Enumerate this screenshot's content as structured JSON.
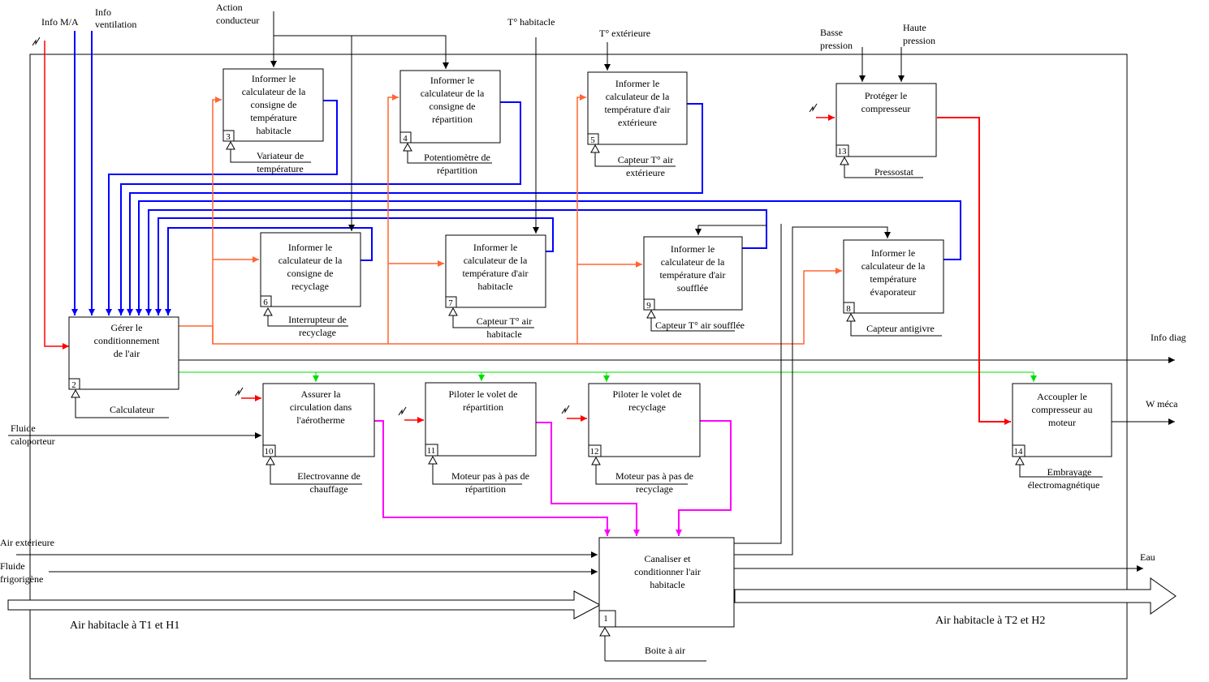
{
  "colors": {
    "black": "#000000",
    "blue": "#0000ff",
    "red": "#ff0000",
    "orange": "#ff6633",
    "green": "#00ff00",
    "magenta": "#ff00ff"
  },
  "top_inputs": {
    "info_ma": "Info M/A",
    "info_ventilation_1": "Info",
    "info_ventilation_2": "ventilation",
    "action_conducteur_1": "Action",
    "action_conducteur_2": "conducteur",
    "t_habitacle": "T° habitacle",
    "t_exterieure": "T° extérieure",
    "basse_pression_1": "Basse",
    "basse_pression_2": "pression",
    "haute_pression_1": "Haute",
    "haute_pression_2": "pression"
  },
  "left_inputs": {
    "fluide_caloporteur_1": "Fluide",
    "fluide_caloporteur_2": "caloporteur",
    "air_exterieure": "Air extérieure",
    "fluide_frigorigene_1": "Fluide",
    "fluide_frigorigene_2": "frigorigène",
    "air_habitacle_in": "Air habitacle à T1 et H1"
  },
  "outputs": {
    "info_diag": "Info diag",
    "w_meca": "W méca",
    "eau": "Eau",
    "air_habitacle_out": "Air habitacle à T2 et H2"
  },
  "boxes": {
    "b1": {
      "num": "1",
      "text": [
        "Canaliser et",
        "conditionner l'air",
        "habitacle"
      ],
      "support": [
        "Boite à air"
      ]
    },
    "b2": {
      "num": "2",
      "text": [
        "Gérer le",
        "conditionnement",
        "de l'air"
      ],
      "support": [
        "Calculateur"
      ]
    },
    "b3": {
      "num": "3",
      "text": [
        "Informer le",
        "calculateur de la",
        "consigne de",
        "température",
        "habitacle"
      ],
      "support": [
        "Variateur de",
        "température"
      ]
    },
    "b4": {
      "num": "4",
      "text": [
        "Informer le",
        "calculateur de la",
        "consigne de",
        "répartition"
      ],
      "support": [
        "Potentiomètre de",
        "répartition"
      ]
    },
    "b5": {
      "num": "5",
      "text": [
        "Informer le",
        "calculateur de la",
        "température d'air",
        "extérieure"
      ],
      "support": [
        "Capteur T° air",
        "extérieure"
      ]
    },
    "b6": {
      "num": "6",
      "text": [
        "Informer le",
        "calculateur de la",
        "consigne de",
        "recyclage"
      ],
      "support": [
        "Interrupteur de",
        "recyclage"
      ]
    },
    "b7": {
      "num": "7",
      "text": [
        "Informer le",
        "calculateur de la",
        "température d'air",
        "habitacle"
      ],
      "support": [
        "Capteur T° air",
        "habitacle"
      ]
    },
    "b8": {
      "num": "8",
      "text": [
        "Informer le",
        "calculateur de la",
        "température",
        "évaporateur"
      ],
      "support": [
        "Capteur antigivre"
      ]
    },
    "b9": {
      "num": "9",
      "text": [
        "Informer le",
        "calculateur de la",
        "température d'air",
        "soufflée"
      ],
      "support": [
        "Capteur T° air soufflée"
      ]
    },
    "b10": {
      "num": "10",
      "text": [
        "Assurer la",
        "circulation dans",
        "l'aérotherme"
      ],
      "support": [
        "Electrovanne de",
        "chauffage"
      ]
    },
    "b11": {
      "num": "11",
      "text": [
        "Piloter le volet de",
        "répartition"
      ],
      "support": [
        "Moteur pas à pas de",
        "répartition"
      ]
    },
    "b12": {
      "num": "12",
      "text": [
        "Piloter le volet de",
        "recyclage"
      ],
      "support": [
        "Moteur pas à pas de",
        "recyclage"
      ]
    },
    "b13": {
      "num": "13",
      "text": [
        "Protéger le",
        "compresseur"
      ],
      "support": [
        "Pressostat"
      ]
    },
    "b14": {
      "num": "14",
      "text": [
        "Accoupler le",
        "compresseur au",
        "moteur"
      ],
      "support": [
        "Embrayage",
        "électromagnétique"
      ]
    }
  }
}
